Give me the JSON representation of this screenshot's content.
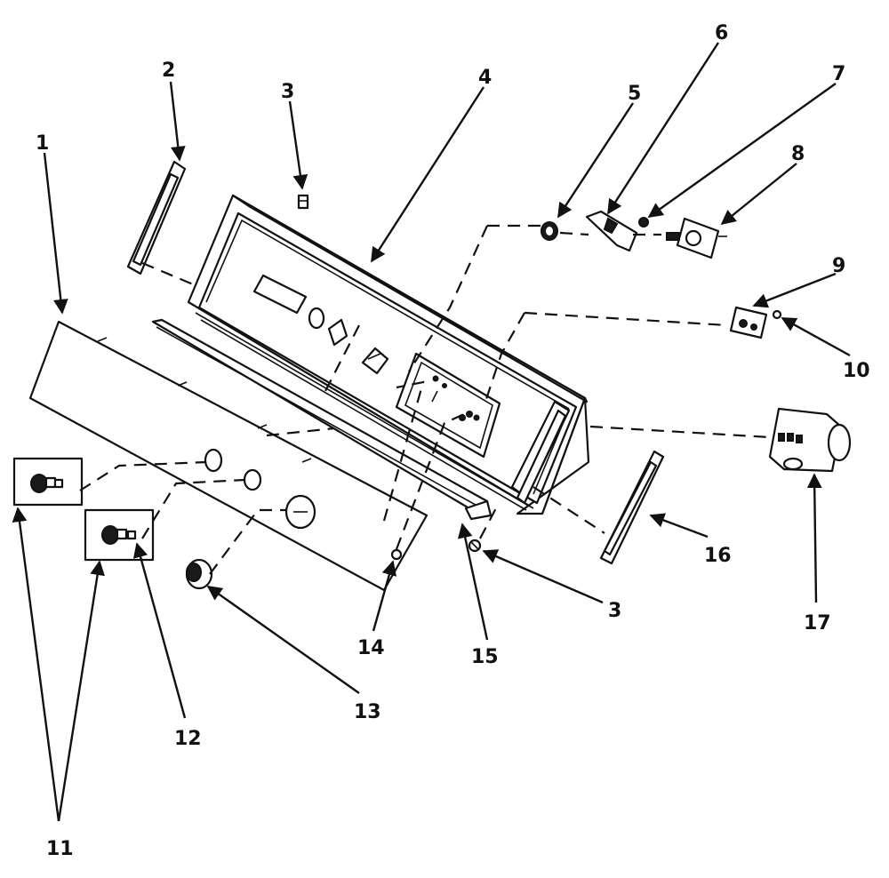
{
  "callouts": {
    "c1": "1",
    "c2": "2",
    "c3a": "3",
    "c3b": "3",
    "c4": "4",
    "c5": "5",
    "c6": "6",
    "c7": "7",
    "c8": "8",
    "c9": "9",
    "c10": "10",
    "c11": "11",
    "c12": "12",
    "c13": "13",
    "c14": "14",
    "c15": "15",
    "c16": "16",
    "c17": "17"
  },
  "colors": {
    "ink": "#111111",
    "paper": "#ffffff"
  }
}
